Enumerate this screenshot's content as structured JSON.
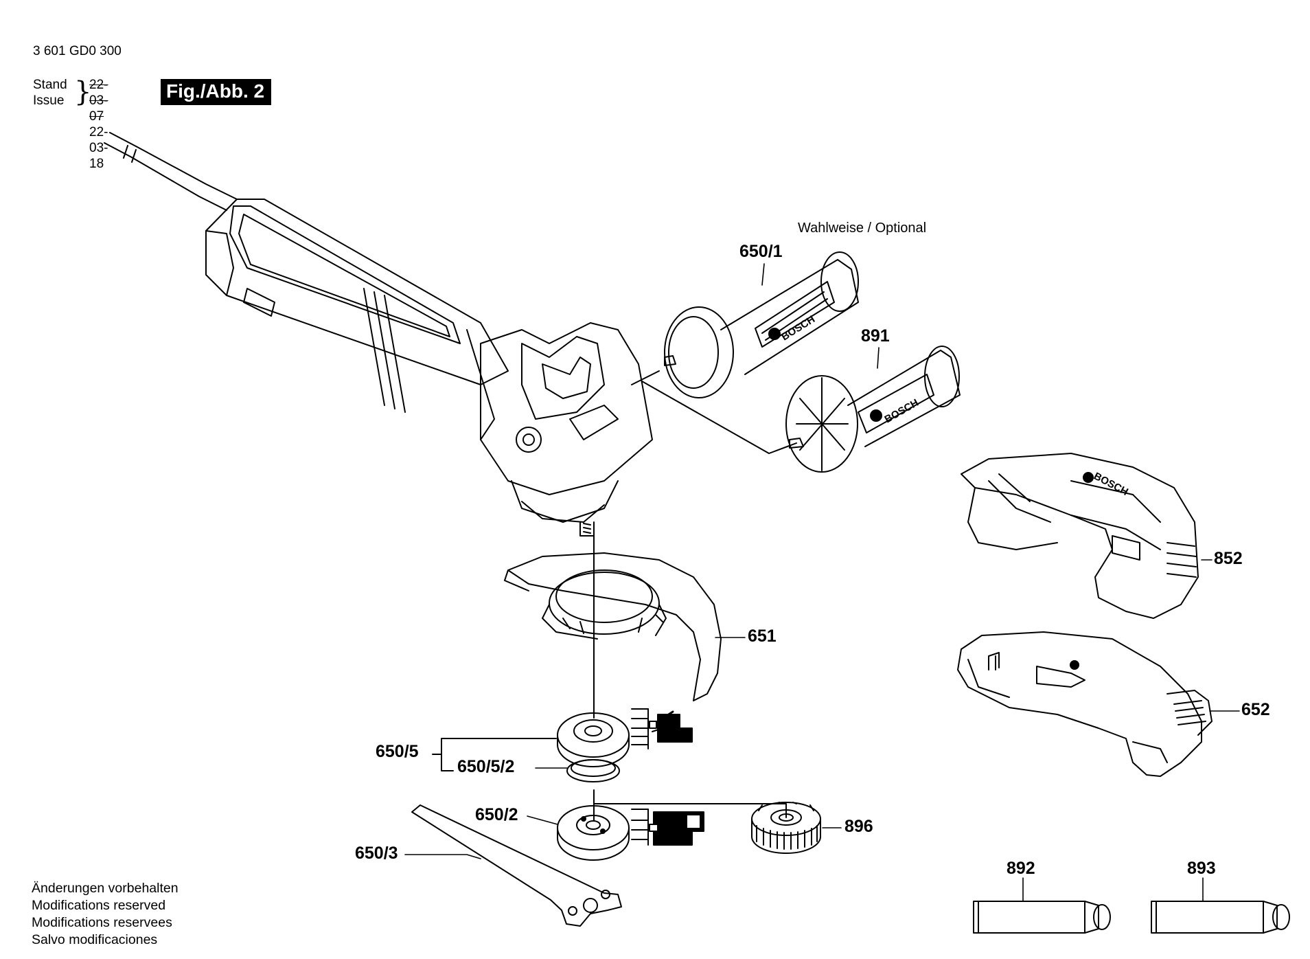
{
  "header": {
    "doc_number": "3 601 GD0 300",
    "stand_label": "Stand",
    "issue_label": "Issue",
    "old_date": "22-03-07",
    "issue_date": "22-03-18",
    "figure_badge": "Fig./Abb. 2"
  },
  "optional_note": "Wahlweise / Optional",
  "parts": [
    {
      "id": "650/1",
      "label": "650/1"
    },
    {
      "id": "891",
      "label": "891"
    },
    {
      "id": "852",
      "label": "852"
    },
    {
      "id": "651",
      "label": "651"
    },
    {
      "id": "652",
      "label": "652"
    },
    {
      "id": "650/5",
      "label": "650/5"
    },
    {
      "id": "650/5/2",
      "label": "650/5/2"
    },
    {
      "id": "650/2",
      "label": "650/2"
    },
    {
      "id": "896",
      "label": "896"
    },
    {
      "id": "650/3",
      "label": "650/3"
    },
    {
      "id": "892",
      "label": "892"
    },
    {
      "id": "893",
      "label": "893"
    }
  ],
  "handle_brand": "BOSCH",
  "footer": {
    "lines": [
      "Änderungen vorbehalten",
      "Modifications reserved",
      "Modifications reservees",
      "Salvo modificaciones"
    ]
  }
}
